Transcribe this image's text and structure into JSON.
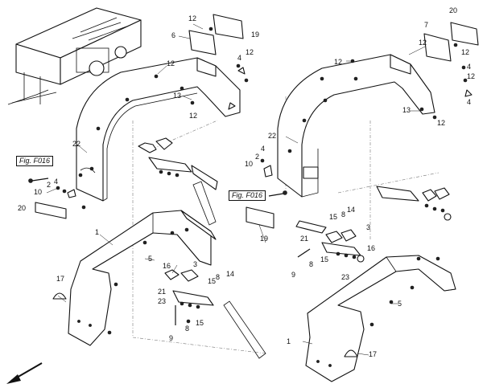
{
  "figure_refs": {
    "left": "Fig. F016",
    "right": "Fig. F016"
  },
  "callouts": {
    "left_fender_22": "22",
    "left_fender_1": "1",
    "left_6": "6",
    "left_19": "19",
    "left_12a": "12",
    "left_12b": "12",
    "left_12c": "12",
    "left_12d": "12",
    "left_13": "13",
    "left_4": "4",
    "left_2": "2",
    "left_10": "10",
    "left_20": "20",
    "left_4b": "4",
    "left_5": "5",
    "left_17": "17",
    "left_16": "16",
    "left_3": "3",
    "left_8": "8",
    "left_14": "14",
    "left_15a": "15",
    "left_21": "21",
    "left_23": "23",
    "left_15b": "15",
    "left_9": "9",
    "left_8b": "8",
    "right_20": "20",
    "right_7": "7",
    "right_12a": "12",
    "right_12b": "12",
    "right_12c": "12",
    "right_12d": "12",
    "right_12e": "12",
    "right_4a": "4",
    "right_4b": "4",
    "right_13": "13",
    "right_22": "22",
    "right_2": "2",
    "right_4c": "4",
    "right_10": "10",
    "right_19": "19",
    "right_15a": "15",
    "right_8a": "8",
    "right_14": "14",
    "right_3": "3",
    "right_21": "21",
    "right_16": "16",
    "right_9": "9",
    "right_8b": "8",
    "right_15b": "15",
    "right_23": "23",
    "right_5": "5",
    "right_1": "1",
    "right_17": "17"
  },
  "colors": {
    "line": "#111111",
    "background": "#ffffff",
    "guide": "#777777"
  },
  "icons": {
    "direction": "arrow-direction-icon",
    "machine": "machine-overview-icon"
  }
}
